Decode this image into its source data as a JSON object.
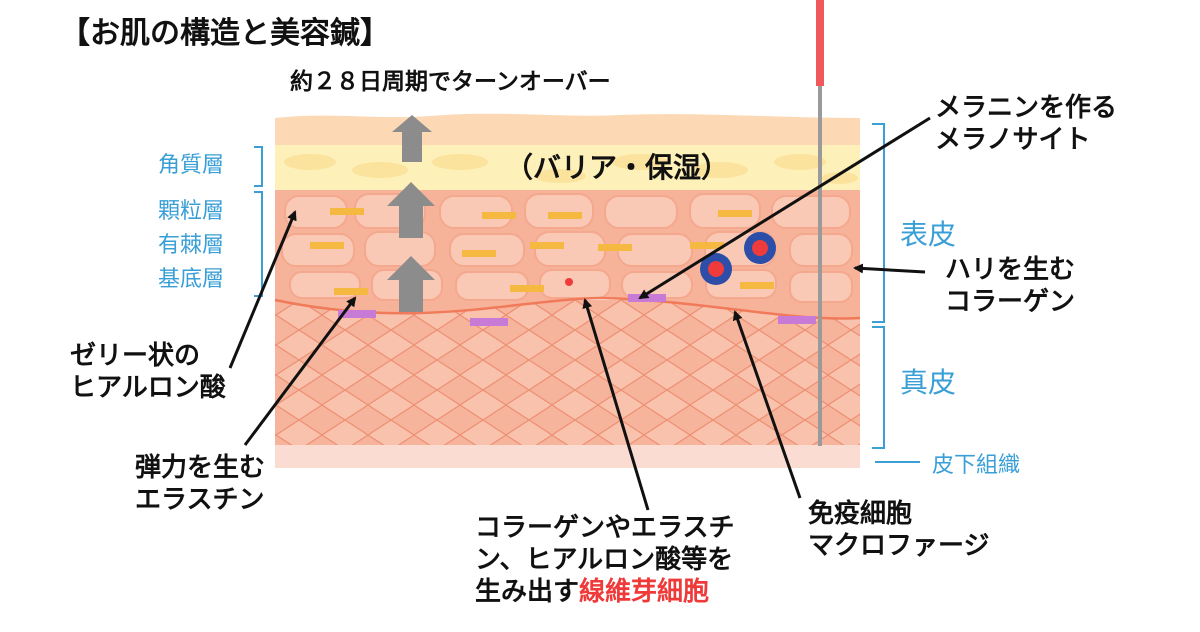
{
  "title": "【お肌の構造と美容鍼】",
  "turnover_label": "約２８日周期でターンオーバー",
  "barrier_label": "（バリア・保湿）",
  "layers": {
    "stratum_corneum": "角質層",
    "granular": "顆粒層",
    "spinous": "有棘層",
    "basal": "基底層",
    "epidermis": "表皮",
    "dermis": "真皮",
    "subcutis": "皮下組織"
  },
  "annotations": {
    "melanocyte": [
      "メラニンを作る",
      "メラノサイト"
    ],
    "collagen": [
      "ハリを生む",
      "コラーゲン"
    ],
    "hyaluronic": [
      "ゼリー状の",
      "ヒアルロン酸"
    ],
    "elastin": [
      "弾力を生む",
      "エラスチン"
    ],
    "fibroblast_lines": [
      "コラーゲンやエラスチ",
      "ン、ヒアルロン酸等を"
    ],
    "fibroblast_prefix": "生み出す",
    "fibroblast_highlight": "線維芽細胞",
    "macrophage": [
      "免疫細胞",
      "マクロファージ"
    ]
  },
  "colors": {
    "stratum_corneum": "#fdf0b8",
    "surface": "#fcd9b4",
    "epidermis": "#f7b39a",
    "dermis": "#f7b49c",
    "subcutis": "#fbdcd2",
    "accent_blue": "#3a9fd6",
    "highlight_red": "#f03a3a",
    "needle_tip": "#f0585a",
    "needle_shaft": "#9a9a9a",
    "arrow_gray": "#8c8c8c"
  }
}
